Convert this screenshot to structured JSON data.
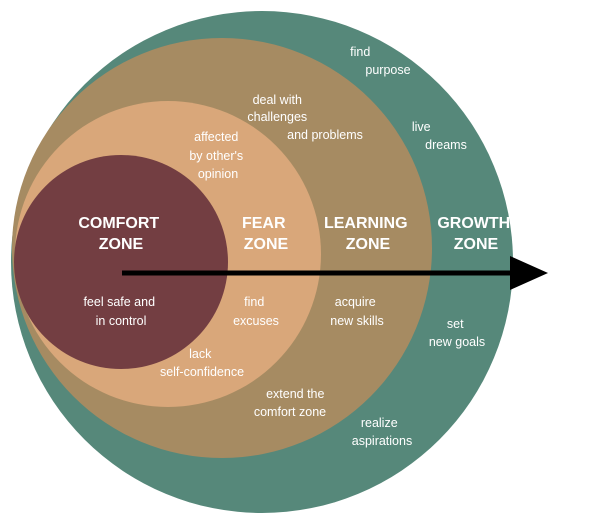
{
  "colors": {
    "background": "#ffffff",
    "growth_zone": "#56887a",
    "learning_zone": "#a68b62",
    "fear_zone": "#d9a77a",
    "comfort_zone": "#733e42",
    "arrow": "#000000",
    "text": "#ffffff"
  },
  "comfort": {
    "title": [
      "COMFORT",
      "ZONE"
    ],
    "notes": [
      "feel safe and",
      "in control"
    ]
  },
  "fear": {
    "title": [
      "FEAR",
      "ZONE"
    ],
    "note_top": [
      "affected",
      "by other's",
      "opinion"
    ],
    "note_mid": [
      "find",
      "excuses"
    ],
    "note_bottom": [
      "lack",
      "self-confidence"
    ]
  },
  "learning": {
    "title": [
      "LEARNING",
      "ZONE"
    ],
    "note_top": [
      "deal with",
      "challenges",
      "and problems"
    ],
    "note_mid": [
      "acquire",
      "new skills"
    ],
    "note_bottom": [
      "extend the",
      "comfort zone"
    ]
  },
  "growth": {
    "title": [
      "GROWTH",
      "ZONE"
    ],
    "note_1": [
      "find",
      "purpose"
    ],
    "note_2": [
      "live",
      "dreams"
    ],
    "note_3": [
      "set",
      "new goals"
    ],
    "note_4": [
      "realize",
      "aspirations"
    ]
  }
}
